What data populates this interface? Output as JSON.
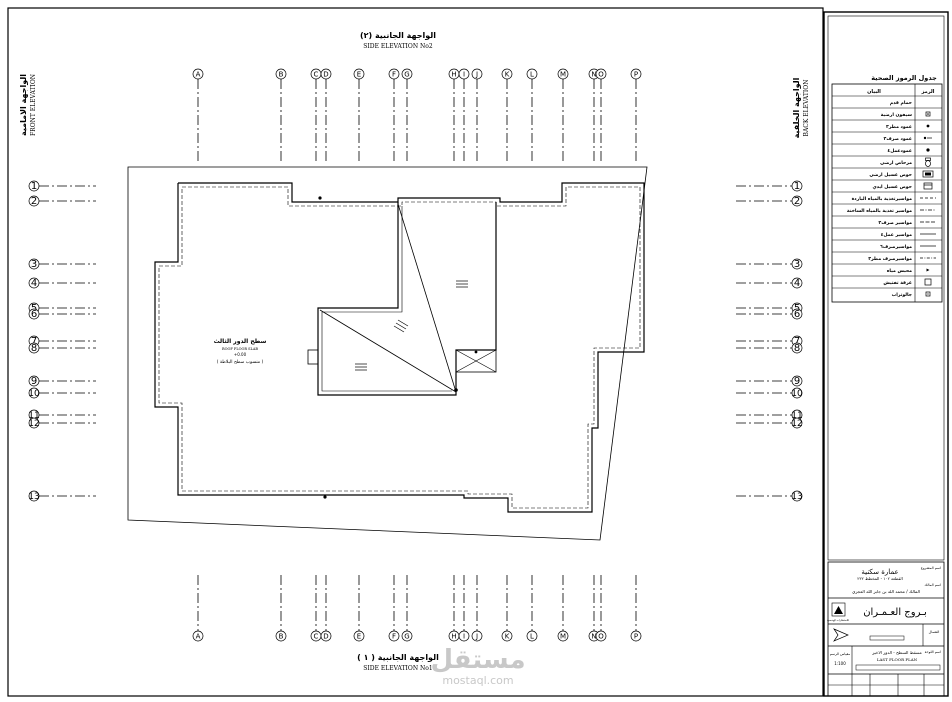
{
  "elevations": {
    "top_ar": "الواجهة الجانبية (٢)",
    "top_en": "SIDE ELEVATION No2",
    "bottom_ar": "الواجهة الجانبية ( ١ )",
    "bottom_en": "SIDE ELEVATION No1",
    "left_ar": "الواجهة الامامية",
    "left_en": "FRONT ELEVATION",
    "right_ar": "الواجهة الخلفية",
    "right_en": "BACK ELEVATION"
  },
  "grid": {
    "columns": [
      "A",
      "B",
      "C",
      "D",
      "E",
      "F",
      "G",
      "H",
      "I",
      "J",
      "K",
      "L",
      "M",
      "N",
      "O",
      "P"
    ],
    "rows": [
      "1",
      "2",
      "3",
      "4",
      "5",
      "6",
      "7",
      "8",
      "9",
      "10",
      "11",
      "12",
      "13"
    ]
  },
  "plan": {
    "roof_label_ar": "سطح الدور الثالث",
    "roof_label_en": "ROOF FLOOR SLAB",
    "roof_level": "+0.00",
    "roof_note": "( منسوب سطح البلاطة )"
  },
  "legend": {
    "title": "جدول الرموز الصحية",
    "col_symbol": "الرمز",
    "col_desc": "البيان",
    "rows": [
      {
        "text": "حمام قدم",
        "symbol": "line"
      },
      {
        "text": "سيفون ارضية",
        "symbol": "square-dot"
      },
      {
        "text": "عمود مطر٣",
        "symbol": "dot"
      },
      {
        "text": "عمود صرف٣",
        "symbol": "dot-dash"
      },
      {
        "text": "عمودعمل٤",
        "symbol": "dot2"
      },
      {
        "text": "مرحاض ارضي",
        "symbol": "toilet"
      },
      {
        "text": "حوض غسيل ارضي",
        "symbol": "basin"
      },
      {
        "text": "حوض غسيل ايدي",
        "symbol": "sink"
      },
      {
        "text": "مواسيرتغذية بالمياه الباردة",
        "symbol": "dash"
      },
      {
        "text": "مواسير تغذية بالمياه الساخنة",
        "symbol": "dash-dot"
      },
      {
        "text": "مواسير صرف٣",
        "symbol": "dash-long"
      },
      {
        "text": "مواسير عمل٤",
        "symbol": "solid"
      },
      {
        "text": "مواسيرصرف٦",
        "symbol": "solid"
      },
      {
        "text": "مواسيرصرف مطر٣",
        "symbol": "dash-dot2"
      },
      {
        "text": "محبس مياه",
        "symbol": "valve"
      },
      {
        "text": "غرفة تفتيش",
        "symbol": "square"
      },
      {
        "text": "جالوتراب",
        "symbol": "square-small"
      }
    ]
  },
  "titleblock": {
    "project_label": "اسم المشروع",
    "project_name": "عمارة سكنية",
    "project_sub": "القطعة ١٠٢ - المخطط ٢٣٢",
    "owner_label": "اسم المالك",
    "owner_name": "المالك / محمد الله بن جابر الله العجري",
    "office_name": "بـروج العـمـران",
    "office_sub": "للاستشارات الهندسية",
    "north_label": "الشمال",
    "drawing_ar": "مسقط السطح - الدور الاخير",
    "drawing_en": "LAST FLOOR PLAN",
    "scale_label": "مقياس الرسم",
    "scale": "1:100",
    "drawing_label": "اسم اللوحة"
  },
  "watermark": {
    "ar": "مستقل",
    "en": "mostaql.com"
  },
  "colors": {
    "line": "#000000",
    "watermark": "#c8c8c8"
  }
}
